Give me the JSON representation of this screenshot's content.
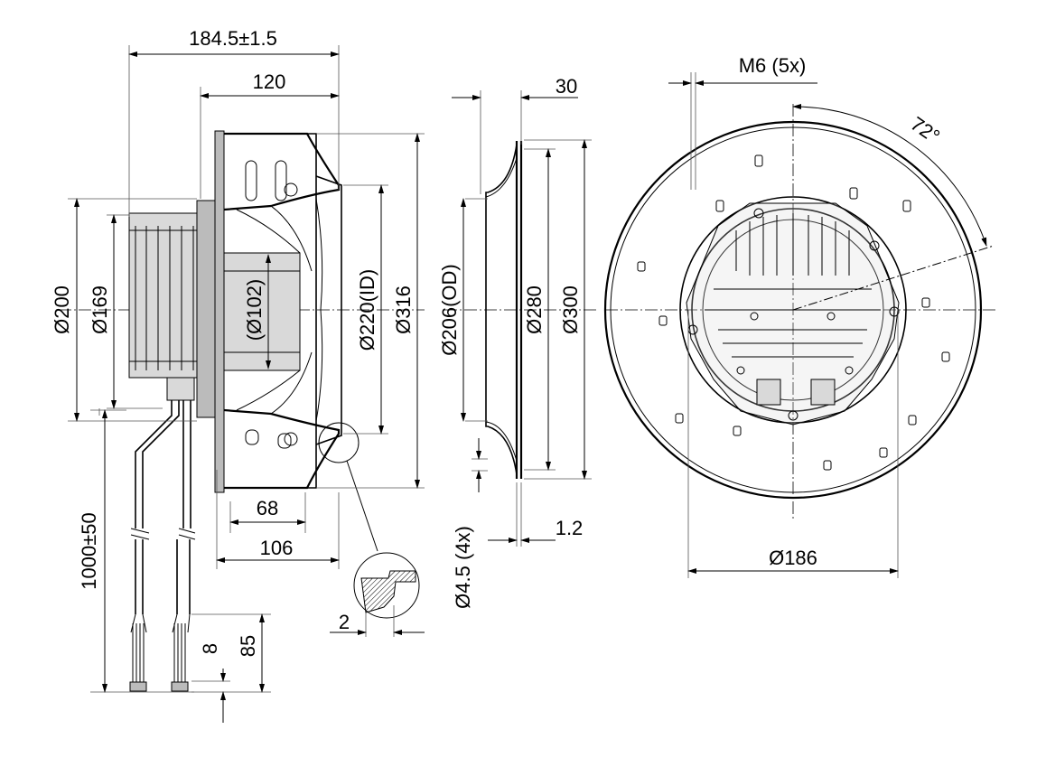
{
  "dimensions": {
    "overall_length": "184.5±1.5",
    "impeller_depth": "120",
    "ring_depth": "30",
    "screw_thread": "M6 (5x)",
    "bolt_angle": "72°",
    "dia_200": "Ø200",
    "dia_169": "Ø169",
    "dia_102": "(Ø102)",
    "dia_220_id": "Ø220(ID)",
    "dia_316": "Ø316",
    "dia_206_od": "Ø206(OD)",
    "dia_280": "Ø280",
    "dia_300": "Ø300",
    "dim_68": "68",
    "dim_106": "106",
    "cable_length": "1000±50",
    "detail_2": "2",
    "dim_8": "8",
    "dim_85": "85",
    "hole_dia": "Ø4.5 (4x)",
    "sheet_thickness": "1.2",
    "bolt_circle": "Ø186"
  }
}
